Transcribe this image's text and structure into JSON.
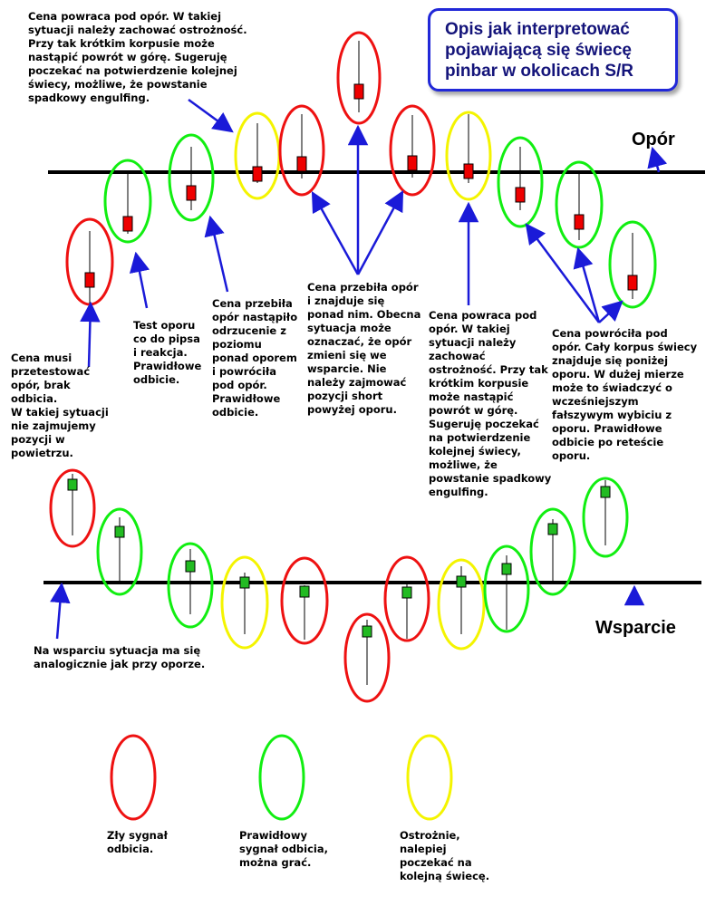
{
  "title": "Opis jak interpretować pojawiającą się świecę pinbar w okolicach S/R",
  "colors": {
    "bad": "#ee1111",
    "good": "#11ee11",
    "caution": "#f4f400",
    "arrow": "#1a1ad8",
    "bearish_body": "#ee0000",
    "bullish_body": "#22bb22"
  },
  "levels": {
    "resistance": "Opór",
    "support": "Wsparcie"
  },
  "annotations": {
    "a1": "Cena musi\nprzetestować\nopór, brak odbicia.\nW takiej sytuacji\nnie zajmujemy\npozycji w\npowietrzu.",
    "a2": "Test oporu\nco do pipsa\ni reakcja.\nPrawidłowe\nodbicie.",
    "a3": "Cena przebiła\nopór nastąpiło\nodrzucenie z\npoziomu\nponad oporem\ni powróciła\npod opór.\nPrawidłowe\nodbicie.",
    "a4": "Cena powraca pod opór. W takiej\nsytuacji należy zachować ostrożność.\nPrzy tak krótkim korpusie  może\nnastąpić powrót w górę. Sugeruję\npoczekać na potwierdzenie kolejnej\nświecy, możliwe, że powstanie\nspadkowy engulfing.",
    "a5": "Cena przebiła opór\ni znajduje się\nponad nim. Obecna\nsytuacja może\noznaczać, że opór\nzmieni się we\nwsparcie. Nie\nnależy zajmować\npozycji short\npowyżej oporu.",
    "a6": "Cena powraca pod\nopór. W takiej\nsytuacji należy\nzachować\nostrożność. Przy tak\nkrótkim korpusie\nmoże  nastąpić\npowrót w górę.\nSugeruję poczekać\nna potwierdzenie\nkolejnej świecy,\nmożliwe, że\npowstanie spadkowy\nengulfing.",
    "a7": "Cena powróciła pod\nopór. Cały korpus świecy\nznajduje się poniżej\noporu. W dużej mierze\nmoże to świadczyć o\nwcześniejszym\nfałszywym wybiciu z\noporu. Prawidłowe\nodbicie po reteście\noporu.",
    "a8": "Na wsparciu sytuacja ma się\nanalogicznie jak przy oporze."
  },
  "legend": [
    {
      "signal": "bad",
      "text": "Zły sygnał\nodbicia."
    },
    {
      "signal": "good",
      "text": "Prawidłowy\nsygnał odbicia,\nmożna grać."
    },
    {
      "signal": "caution",
      "text": "Ostrożnie,\nnalepiej\npoczekać na\nkolejną świecę."
    }
  ],
  "resistance_candles": [
    {
      "signal": "bad",
      "direction": "bearish"
    },
    {
      "signal": "good",
      "direction": "bearish"
    },
    {
      "signal": "good",
      "direction": "bearish"
    },
    {
      "signal": "caution",
      "direction": "bearish"
    },
    {
      "signal": "bad",
      "direction": "bearish"
    },
    {
      "signal": "bad",
      "direction": "bearish"
    },
    {
      "signal": "bad",
      "direction": "bearish"
    },
    {
      "signal": "caution",
      "direction": "bearish"
    },
    {
      "signal": "good",
      "direction": "bearish"
    },
    {
      "signal": "good",
      "direction": "bearish"
    },
    {
      "signal": "good",
      "direction": "bearish"
    }
  ],
  "support_candles": [
    {
      "signal": "bad",
      "direction": "bullish"
    },
    {
      "signal": "good",
      "direction": "bullish"
    },
    {
      "signal": "good",
      "direction": "bullish"
    },
    {
      "signal": "caution",
      "direction": "bullish"
    },
    {
      "signal": "bad",
      "direction": "bullish"
    },
    {
      "signal": "bad",
      "direction": "bullish"
    },
    {
      "signal": "bad",
      "direction": "bullish"
    },
    {
      "signal": "caution",
      "direction": "bullish"
    },
    {
      "signal": "good",
      "direction": "bullish"
    },
    {
      "signal": "good",
      "direction": "bullish"
    },
    {
      "signal": "good",
      "direction": "bullish"
    }
  ]
}
